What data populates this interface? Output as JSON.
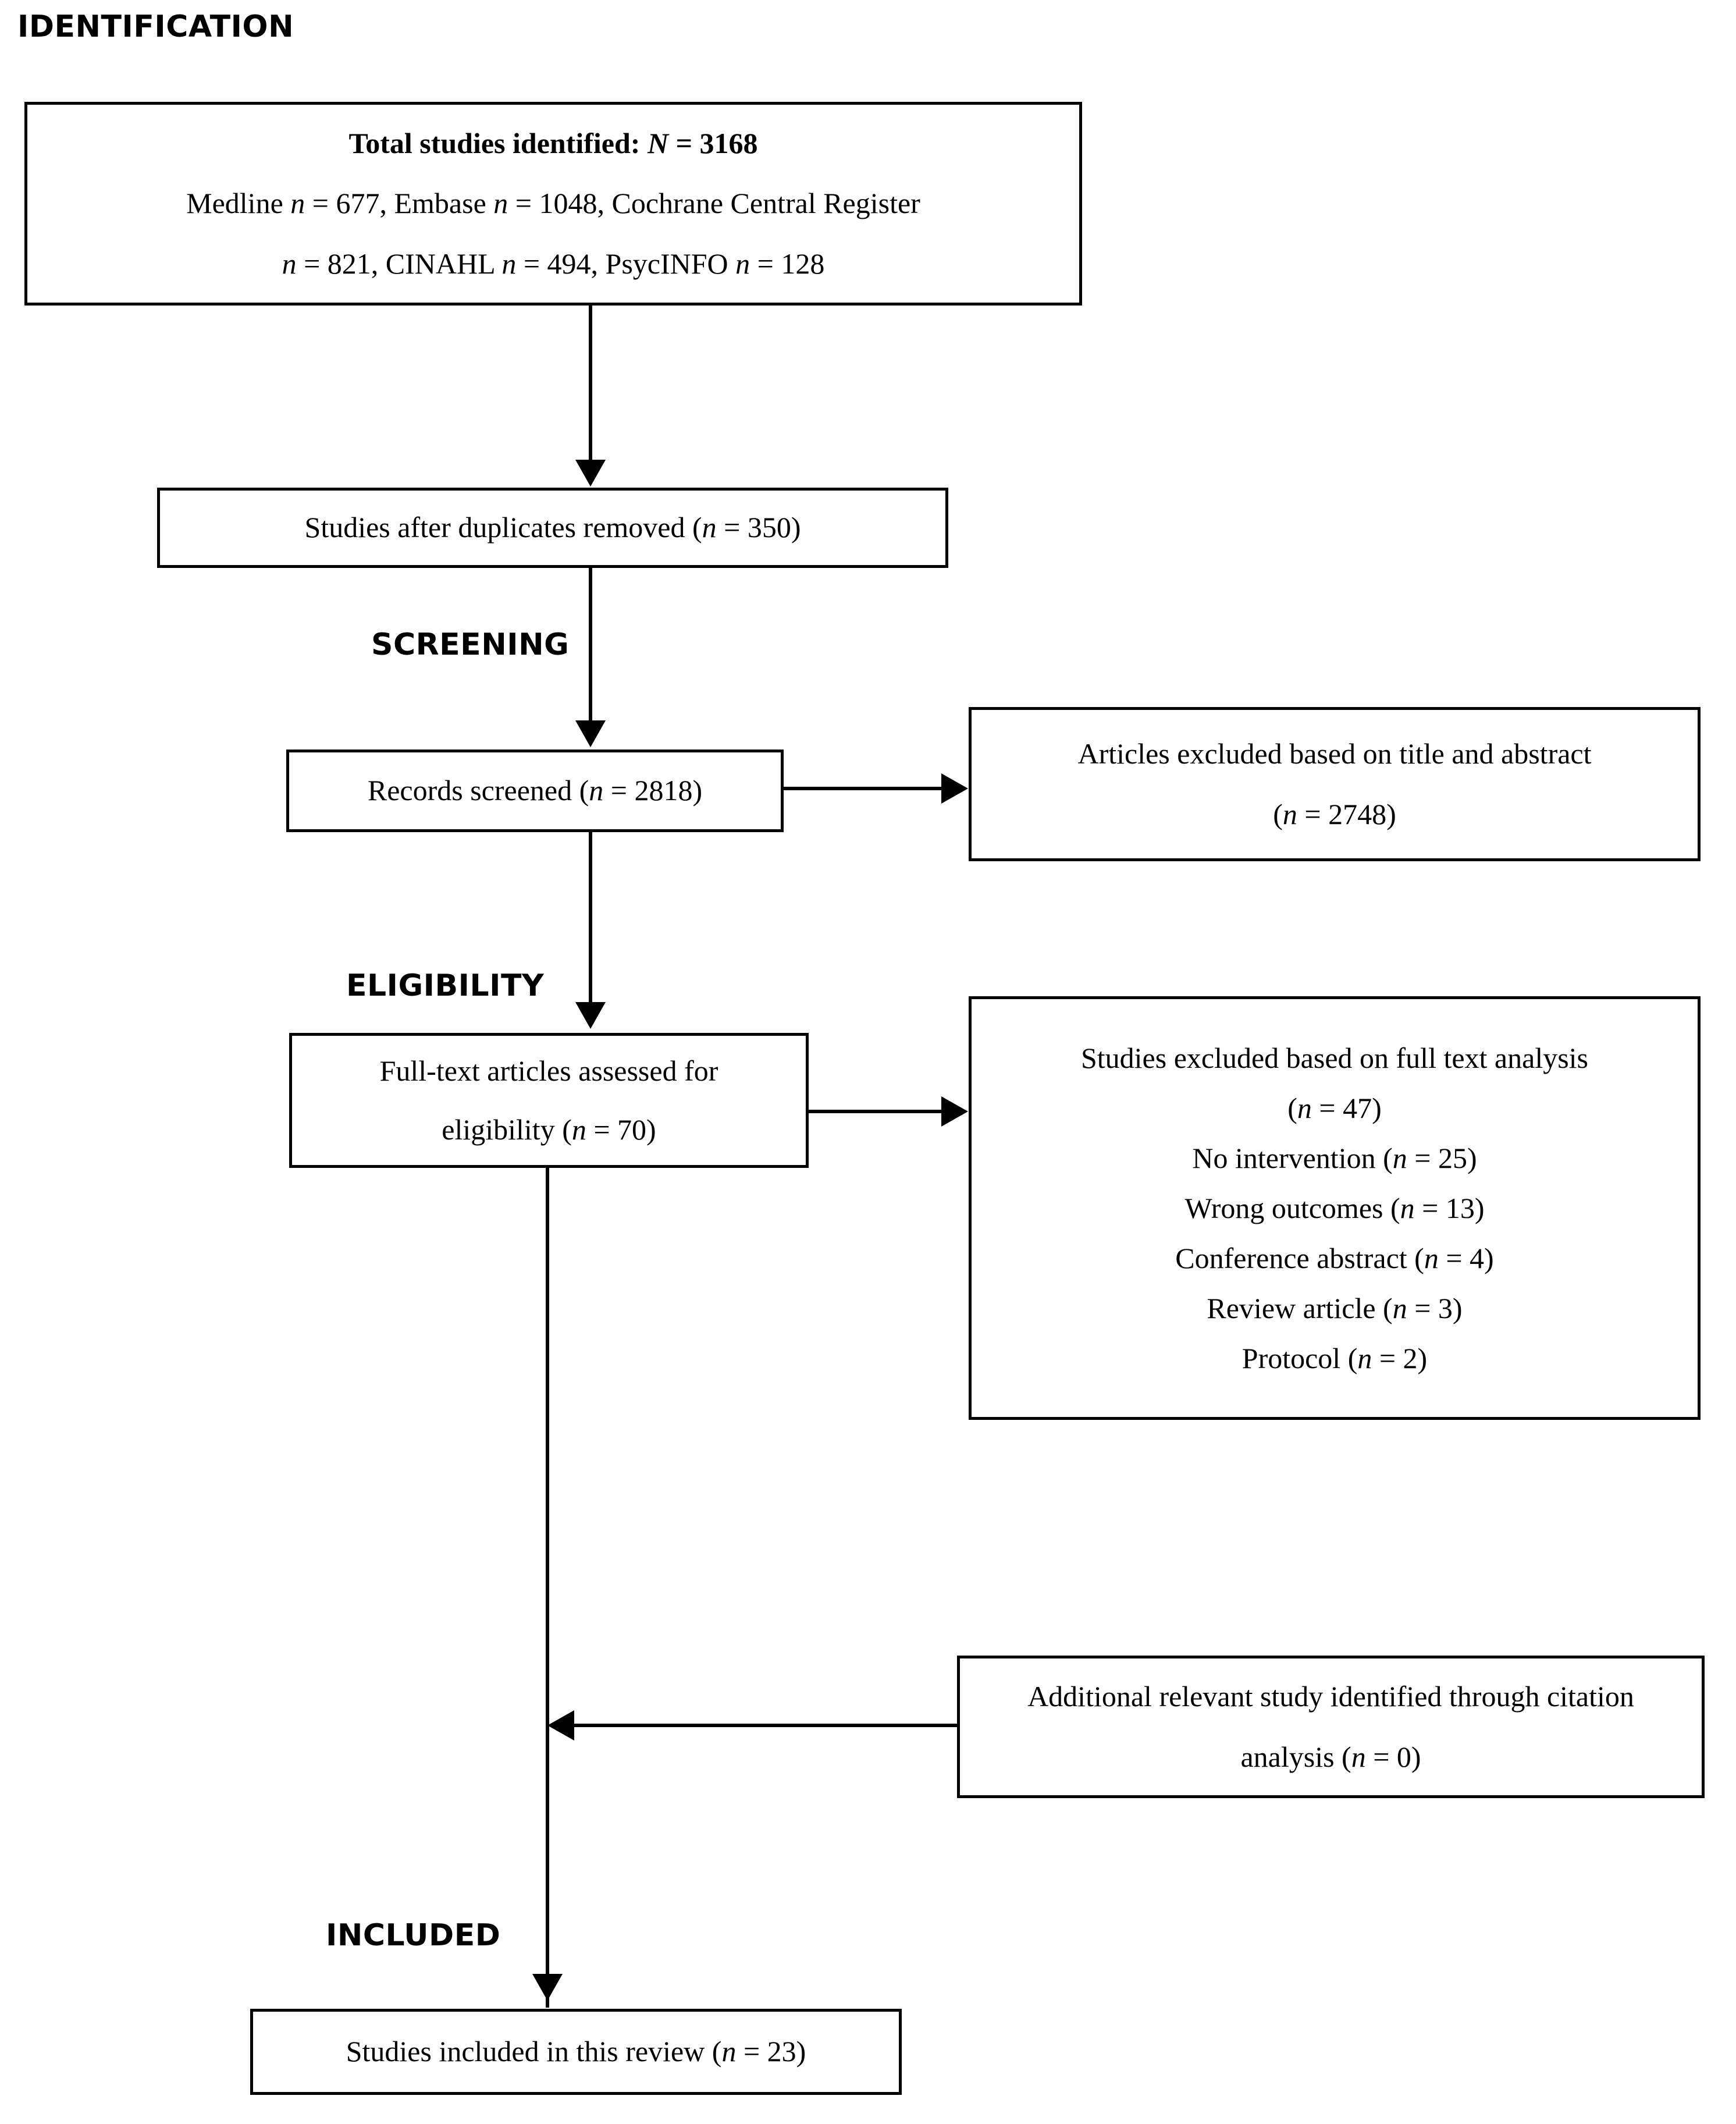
{
  "diagram": {
    "type": "prisma-flow-diagram",
    "stages": [
      {
        "id": "identification",
        "label": "IDENTIFICATION"
      },
      {
        "id": "screening",
        "label": "SCREENING"
      },
      {
        "id": "eligibility",
        "label": "ELIGIBILITY"
      },
      {
        "id": "included",
        "label": "INCLUDED"
      }
    ],
    "boxes": {
      "identified": {
        "title": "Total studies identified: N = 3168",
        "line2": "Medline n = 677, Embase n = 1048, Cochrane Central Register",
        "line3": "n = 821, CINAHL n = 494, PsycINFO n = 128",
        "total": 3168,
        "sources": [
          {
            "name": "Medline",
            "n": 677
          },
          {
            "name": "Embase",
            "n": 1048
          },
          {
            "name": "Cochrane Central Register",
            "n": 821
          },
          {
            "name": "CINAHL",
            "n": 494
          },
          {
            "name": "PsycINFO",
            "n": 128
          }
        ]
      },
      "duplicates_removed": {
        "line1": "Studies after duplicates removed (n = 350)",
        "n": 350
      },
      "records_screened": {
        "line1": "Records screened (n = 2818)",
        "n": 2818
      },
      "excluded_title_abstract": {
        "line1": "Articles excluded based on title and abstract",
        "line2": "(n = 2748)",
        "n": 2748
      },
      "fulltext_assessed": {
        "line1": "Full-text articles assessed for",
        "line2": "eligibility (n = 70)",
        "n": 70
      },
      "excluded_fulltext": {
        "line1": "Studies excluded based on full text analysis",
        "line2": "(n = 47)",
        "n": 47,
        "reasons": [
          {
            "label": "No intervention (n = 25)",
            "reason": "No intervention",
            "n": 25
          },
          {
            "label": "Wrong outcomes (n = 13)",
            "reason": "Wrong outcomes",
            "n": 13
          },
          {
            "label": "Conference abstract (n = 4)",
            "reason": "Conference abstract",
            "n": 4
          },
          {
            "label": "Review article (n = 3)",
            "reason": "Review article",
            "n": 3
          },
          {
            "label": "Protocol (n = 2)",
            "reason": "Protocol",
            "n": 2
          }
        ]
      },
      "citation_analysis": {
        "line1": "Additional relevant study identified through citation",
        "line2": "analysis (n = 0)",
        "n": 0
      },
      "included_final": {
        "line1": "Studies included in this review (n = 23)",
        "n": 23
      }
    },
    "colors": {
      "ink": "#000000",
      "background": "#ffffff",
      "border": "#000000"
    }
  }
}
